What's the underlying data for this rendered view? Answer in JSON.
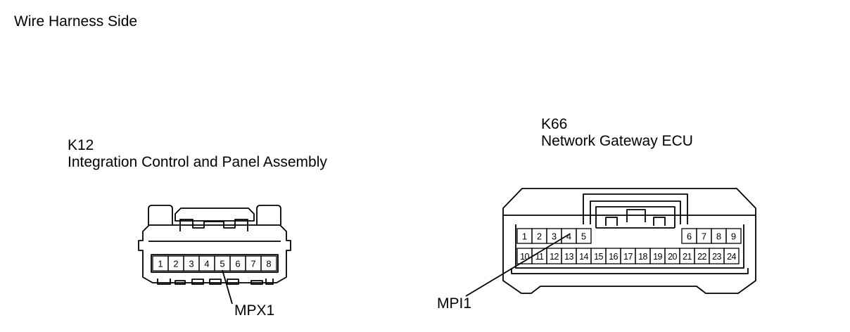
{
  "view_label": "Wire Harness Side",
  "connectors": {
    "k12": {
      "code": "K12",
      "name": "Integration Control and Panel Assembly",
      "pins": [
        "1",
        "2",
        "3",
        "4",
        "5",
        "6",
        "7",
        "8"
      ],
      "callout": {
        "label": "MPX1",
        "pin": "5"
      }
    },
    "k66": {
      "code": "K66",
      "name": "Network Gateway ECU",
      "top_pins": [
        "1",
        "2",
        "3",
        "4",
        "5",
        "6",
        "7",
        "8",
        "9"
      ],
      "bottom_pins": [
        "10",
        "11",
        "12",
        "13",
        "14",
        "15",
        "16",
        "17",
        "18",
        "19",
        "20",
        "21",
        "22",
        "23",
        "24"
      ],
      "callout": {
        "label": "MPI1",
        "pin": "4"
      }
    }
  }
}
